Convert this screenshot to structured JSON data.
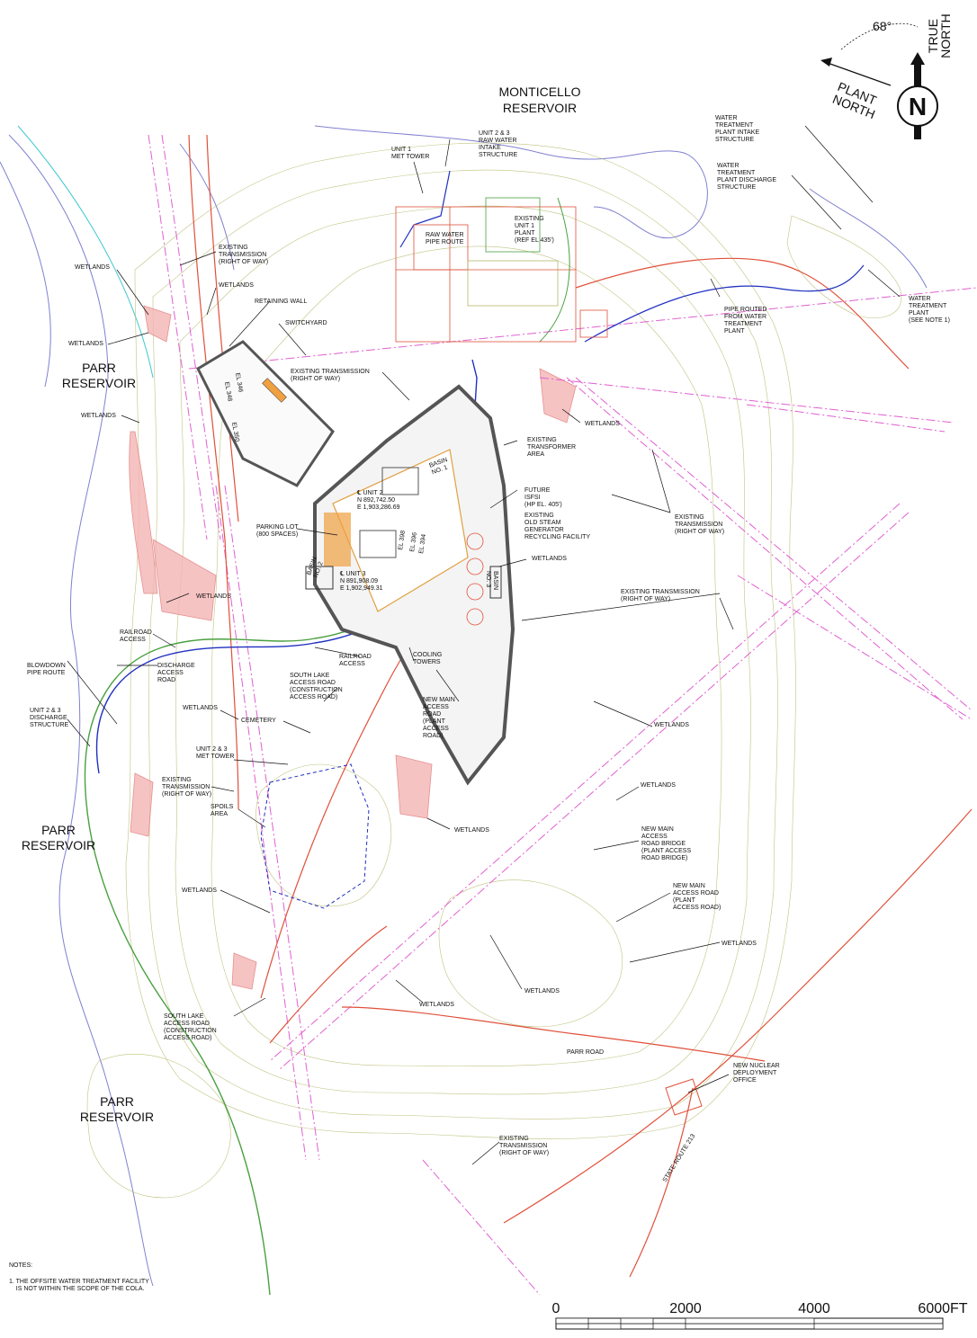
{
  "water_bodies": {
    "monticello": "MONTICELLO\nRESERVOIR",
    "parr_1": "PARR\nRESERVOIR",
    "parr_2": "PARR\nRESERVOIR",
    "parr_3": "PARR\nRESERVOIR"
  },
  "compass": {
    "angle": "68°",
    "true_north": "TRUE\nNORTH",
    "plant_north": "PLANT\nNORTH",
    "letter": "N"
  },
  "labels": {
    "unit1_met_tower": "UNIT 1\nMET TOWER",
    "raw_water_intake": "UNIT 2 & 3\nRAW WATER\nINTAKE\nSTRUCTURE",
    "raw_water_pipe": "RAW WATER\nPIPE ROUTE",
    "existing_unit1": "EXISTING\nUNIT 1\nPLANT\n(REF EL 435')",
    "wtp_intake": "WATER\nTREATMENT\nPLANT INTAKE\nSTRUCTURE",
    "wtp_discharge": "WATER\nTREATMENT\nPLANT DISCHARGE\nSTRUCTURE",
    "wtp": "WATER\nTREATMENT\nPLANT\n(SEE NOTE 1)",
    "pipe_routed": "PIPE ROUTED\nFROM WATER\nTREATMENT\nPLANT",
    "existing_trans_1": "EXISTING\nTRANSMISSION\n(RIGHT OF WAY)",
    "wetlands_1": "WETLANDS",
    "wetlands_2": "WETLANDS",
    "retaining_wall": "RETAINING WALL",
    "wetlands_3": "WETLANDS",
    "switchyard": "SWITCHYARD",
    "existing_trans_2": "EXISTING TRANSMISSION\n(RIGHT OF WAY)",
    "wetlands_4": "WETLANDS",
    "wetlands_5": "WETLANDS",
    "transformer_area": "EXISTING\nTRANSFORMER\nAREA",
    "future_isfsi": "FUTURE\nISFSI\n(HP EL. 405')",
    "osg_facility": "EXISTING\nOLD STEAM\nGENERATOR\nRECYCLING FACILITY",
    "wetlands_6": "WETLANDS",
    "existing_trans_3": "EXISTING\nTRANSMISSION\n(RIGHT OF WAY)",
    "existing_trans_4": "EXISTING TRANSMISSION\n(RIGHT OF WAY)",
    "parking_lot": "PARKING LOT\n(800 SPACES)",
    "unit2_coord": "℄ UNIT 2\nN 892,742.50\nE 1,903,286.69",
    "unit3_coord": "℄ UNIT 3\nN 891,908.09\nE 1,902,949.31",
    "basin1": "BASIN\nNO. 1",
    "basin2": "BASIN\nNO. 2",
    "basin3": "BASIN\nNO. 3",
    "el346": "EL 346",
    "el348": "EL 348",
    "el350": "EL 350",
    "el398": "EL 398",
    "el396": "EL 396",
    "el394": "EL 394",
    "wetlands_7": "WETLANDS",
    "railroad_access_1": "RAILROAD\nACCESS",
    "blowdown": "BLOWDOWN\nPIPE ROUTE",
    "discharge_road": "DISCHARGE\nACCESS\nROAD",
    "railroad_access_2": "RAILROAD\nACCESS",
    "south_lake_1": "SOUTH LAKE\nACCESS ROAD\n(CONSTRUCTION\nACCESS ROAD)",
    "cooling_towers": "COOLING\nTOWERS",
    "new_main_road_1": "NEW MAIN\nACCESS\nROAD\n(PLANT\nACCESS\nROAD)",
    "discharge_structure": "UNIT 2 & 3\nDISCHARGE\nSTRUCTURE",
    "wetlands_8": "WETLANDS",
    "cemetery": "CEMETERY",
    "wetlands_9": "WETLANDS",
    "met_tower_23": "UNIT 2 & 3\nMET TOWER",
    "existing_trans_5": "EXISTING\nTRANSMISSION\n(RIGHT OF WAY)",
    "wetlands_10": "WETLANDS",
    "spoils": "SPOILS\nAREA",
    "wetlands_11": "WETLANDS",
    "road_bridge": "NEW MAIN\nACCESS\nROAD BRIDGE\n(PLANT ACCESS\nROAD BRIDGE)",
    "wetlands_12": "WETLANDS",
    "new_main_road_2": "NEW MAIN\nACCESS ROAD\n(PLANT\nACCESS ROAD)",
    "wetlands_13": "WETLANDS",
    "wetlands_14": "WETLANDS",
    "wetlands_15": "WETLANDS",
    "south_lake_2": "SOUTH LAKE\nACCESS ROAD\n(CONSTRUCTION\nACCESS ROAD)",
    "parr_road": "PARR ROAD",
    "nnd_office": "NEW NUCLEAR\nDEPLOYMENT\nOFFICE",
    "state_route": "STATE ROUTE 213",
    "existing_trans_6": "EXISTING\nTRANSMISSION\n(RIGHT OF WAY)"
  },
  "notes": {
    "heading": "NOTES:",
    "note1": "1. THE OFFSITE WATER TREATMENT FACILITY\n    IS NOT WITHIN THE SCOPE OF THE COLA."
  },
  "scale_bar": {
    "ticks": [
      "0",
      "2000",
      "4000",
      "6000FT"
    ]
  },
  "colors": {
    "contour": "#b5b86a",
    "wetland": "#e07575",
    "road": "#e0503a",
    "transmission": "#e060d0",
    "water_line": "#2030c0",
    "shore": "#8080d0",
    "site": "#555555"
  }
}
